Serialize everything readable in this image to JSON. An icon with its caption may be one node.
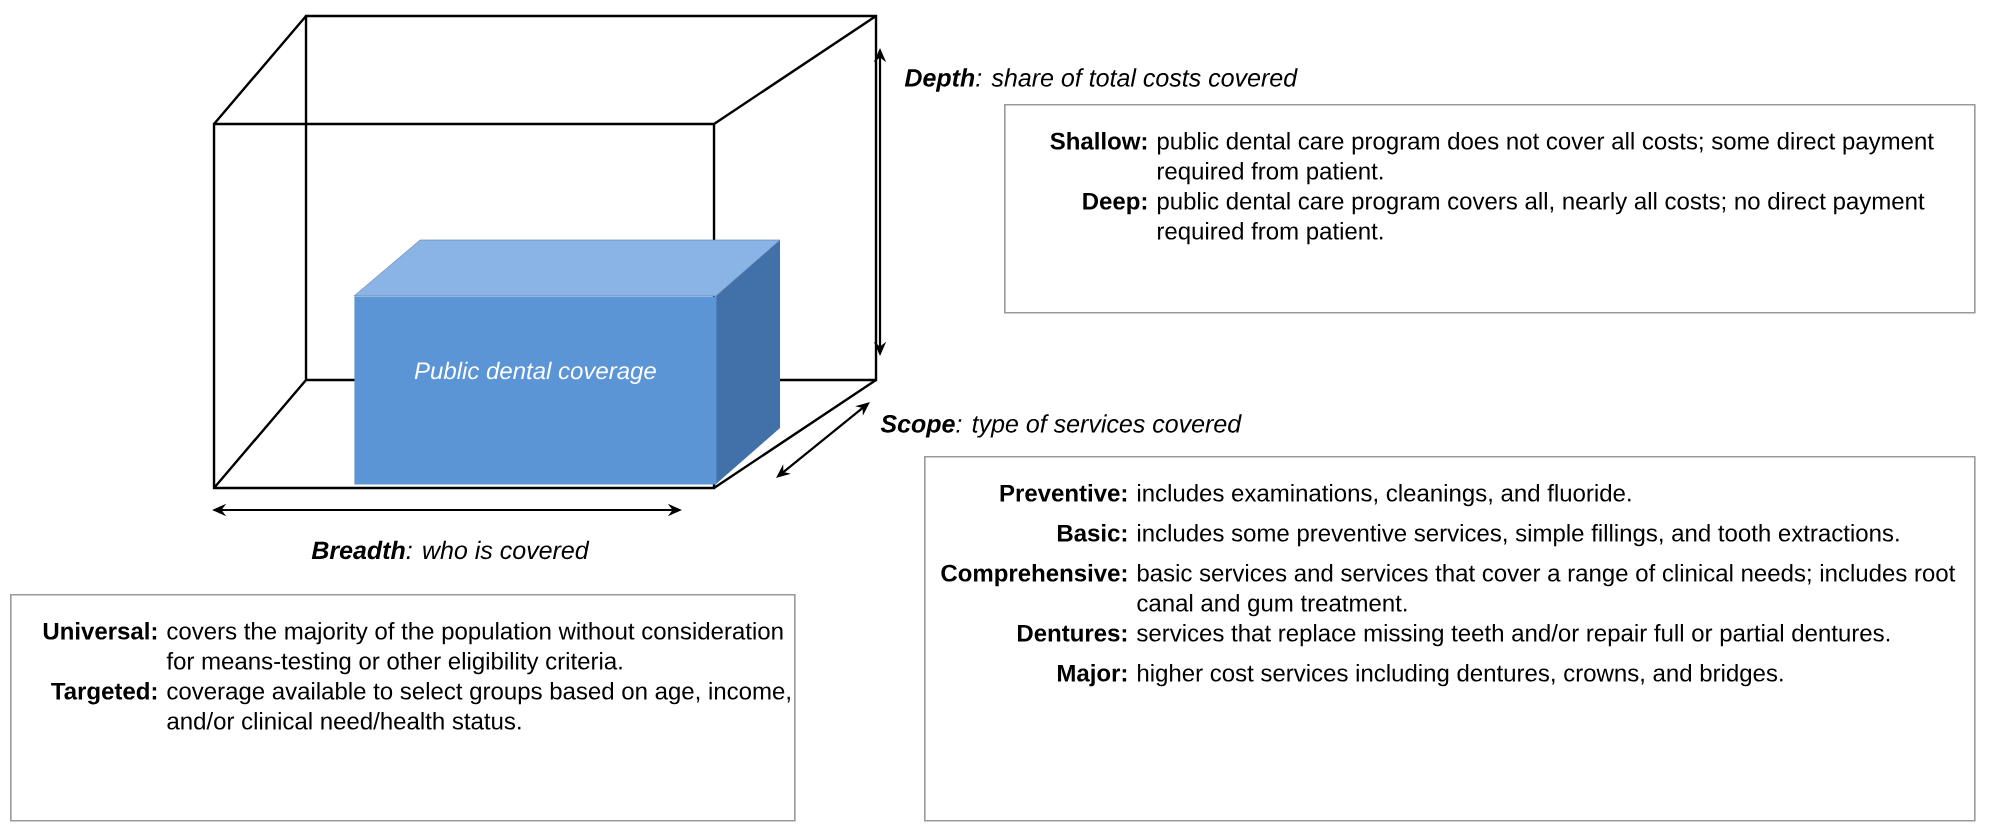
{
  "diagram": {
    "nodes": [
      {
        "text": [
          "Public dental coverage"
        ]
      },
      {
        "text": [
          "Shallow:",
          "public dental care program does not cover all costs; some direct payment required from patient.",
          "Deep:",
          "public dental care program covers all, nearly all costs; no direct payment required from patient."
        ]
      },
      {
        "text": [
          "Preventive:",
          "includes examinations, cleanings, and fluoride.",
          "Basic:",
          "includes some preventive services, simple fillings, and tooth extractions.",
          "Comprehensive:",
          "basic services and services that cover a range of clinical needs; includes root canal and gum treatment.",
          "Dentures:",
          "services that replace missing teeth and/or repair full or partial dentures.",
          "Major:",
          "higher cost services including dentures, crowns, and bridges."
        ]
      },
      {
        "text": [
          "Universal:",
          "covers the majority of the population without consideration for means-testing or other eligibility criteria.",
          "Targeted:",
          "coverage available to select groups based on age, income, and/or clinical need/health status."
        ]
      }
    ],
    "labels": [
      "**Depth**: share of total costs covered",
      "**Scope**: type of services covered",
      "**Breadth**: who is covered"
    ]
  }
}
